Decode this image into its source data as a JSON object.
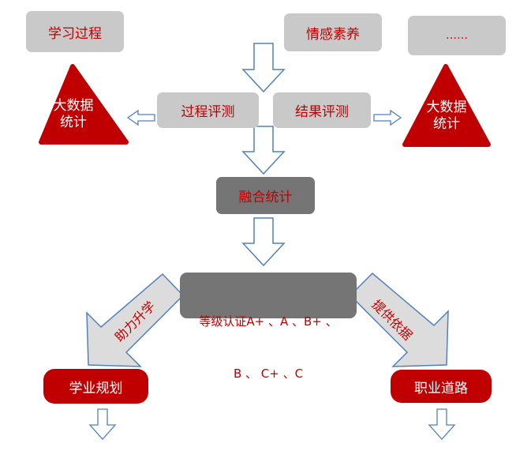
{
  "top_left": "学习过程",
  "top_middle": "情感素养",
  "top_right": "……",
  "process_eval": "过程评测",
  "result_eval": "结果评测",
  "big_data_line1": "大数据",
  "big_data_line2": "统计",
  "fusion": "融合统计",
  "grades_line1": "等级认证A+ 、A 、B+ 、",
  "grades_line2": "B 、 C+ 、C",
  "left_arrow_label": "助力升学",
  "right_arrow_label": "提供依据",
  "study_plan": "学业规划",
  "career_path": "职业道路",
  "colors": {
    "red": "#c00000",
    "gray_box": "#c9c9c9",
    "dark_box": "#757575",
    "arrow_fill": "#dcdcdc",
    "arrow_stroke": "#4f81bd"
  }
}
